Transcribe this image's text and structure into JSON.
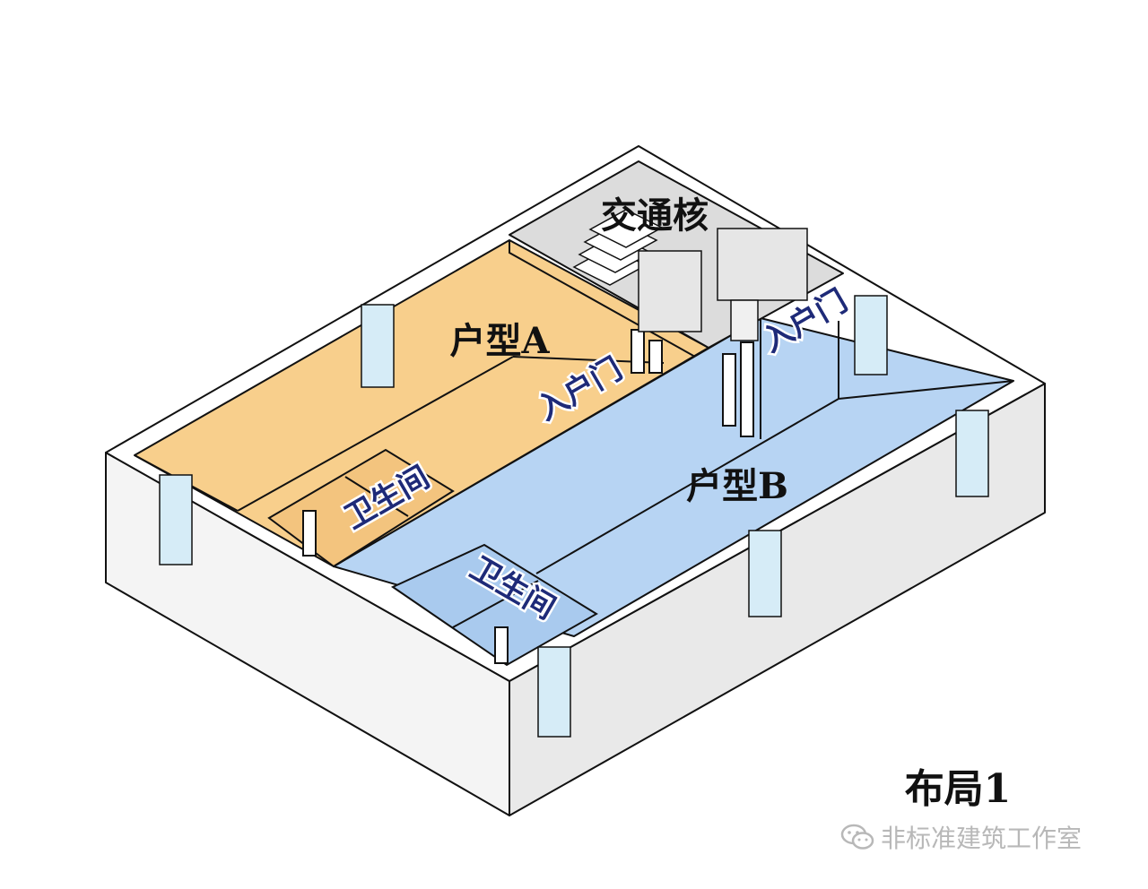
{
  "labels": {
    "core": "交通核",
    "unit_a": "户型A",
    "unit_b": "户型B",
    "entry_a": "入户门",
    "entry_b": "入户门",
    "bath_a": "卫生间",
    "bath_b": "卫生间",
    "layout": "布局1"
  },
  "watermark": {
    "text": "非标准建筑工作室",
    "icon": "wechat-icon"
  },
  "colors": {
    "unit_a_floor": "#f8cf8c",
    "unit_b_floor": "#b7d4f3",
    "core_floor": "#dcdcdc",
    "wall_top": "#ffffff",
    "wall_side": "#f2f2f2",
    "outline": "#111111",
    "room_label": "#1e2a78",
    "glass": "#d6ecf7"
  }
}
